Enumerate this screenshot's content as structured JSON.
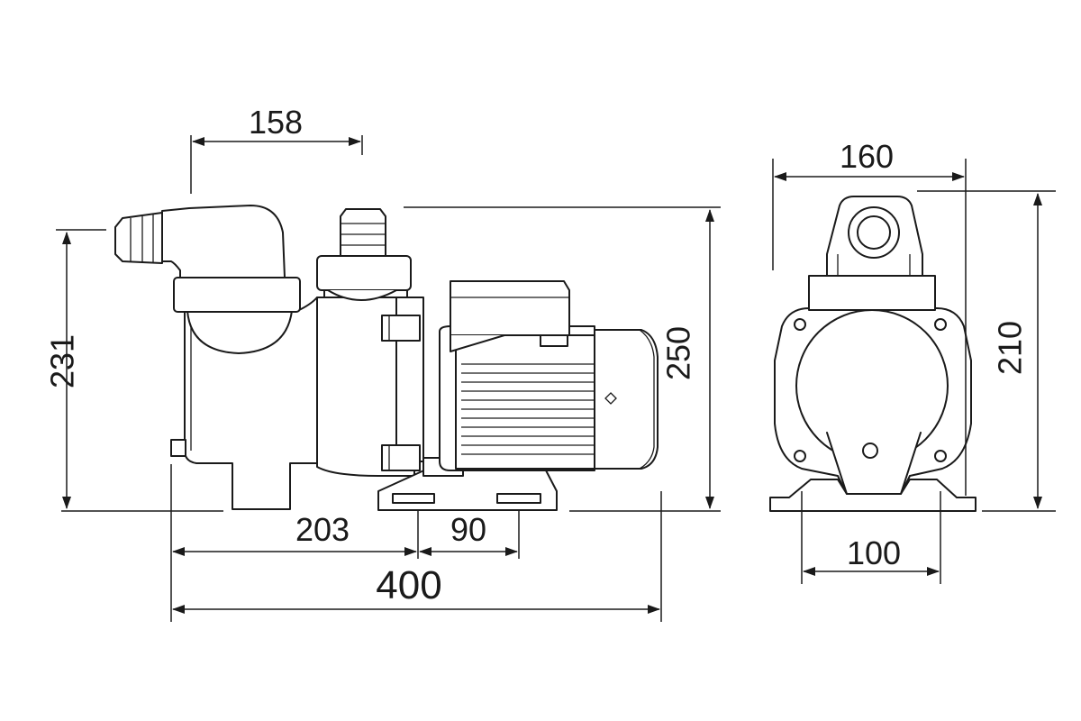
{
  "drawing": {
    "side_view": {
      "dim_top": "158",
      "dim_left_height": "231",
      "dim_right_height": "250",
      "dim_base_1": "203",
      "dim_base_2": "90",
      "dim_total_length": "400"
    },
    "front_view": {
      "dim_top_width": "160",
      "dim_right_height": "210",
      "dim_base_width": "100"
    },
    "line_color": "#1a1a1a",
    "background_color": "#ffffff"
  }
}
